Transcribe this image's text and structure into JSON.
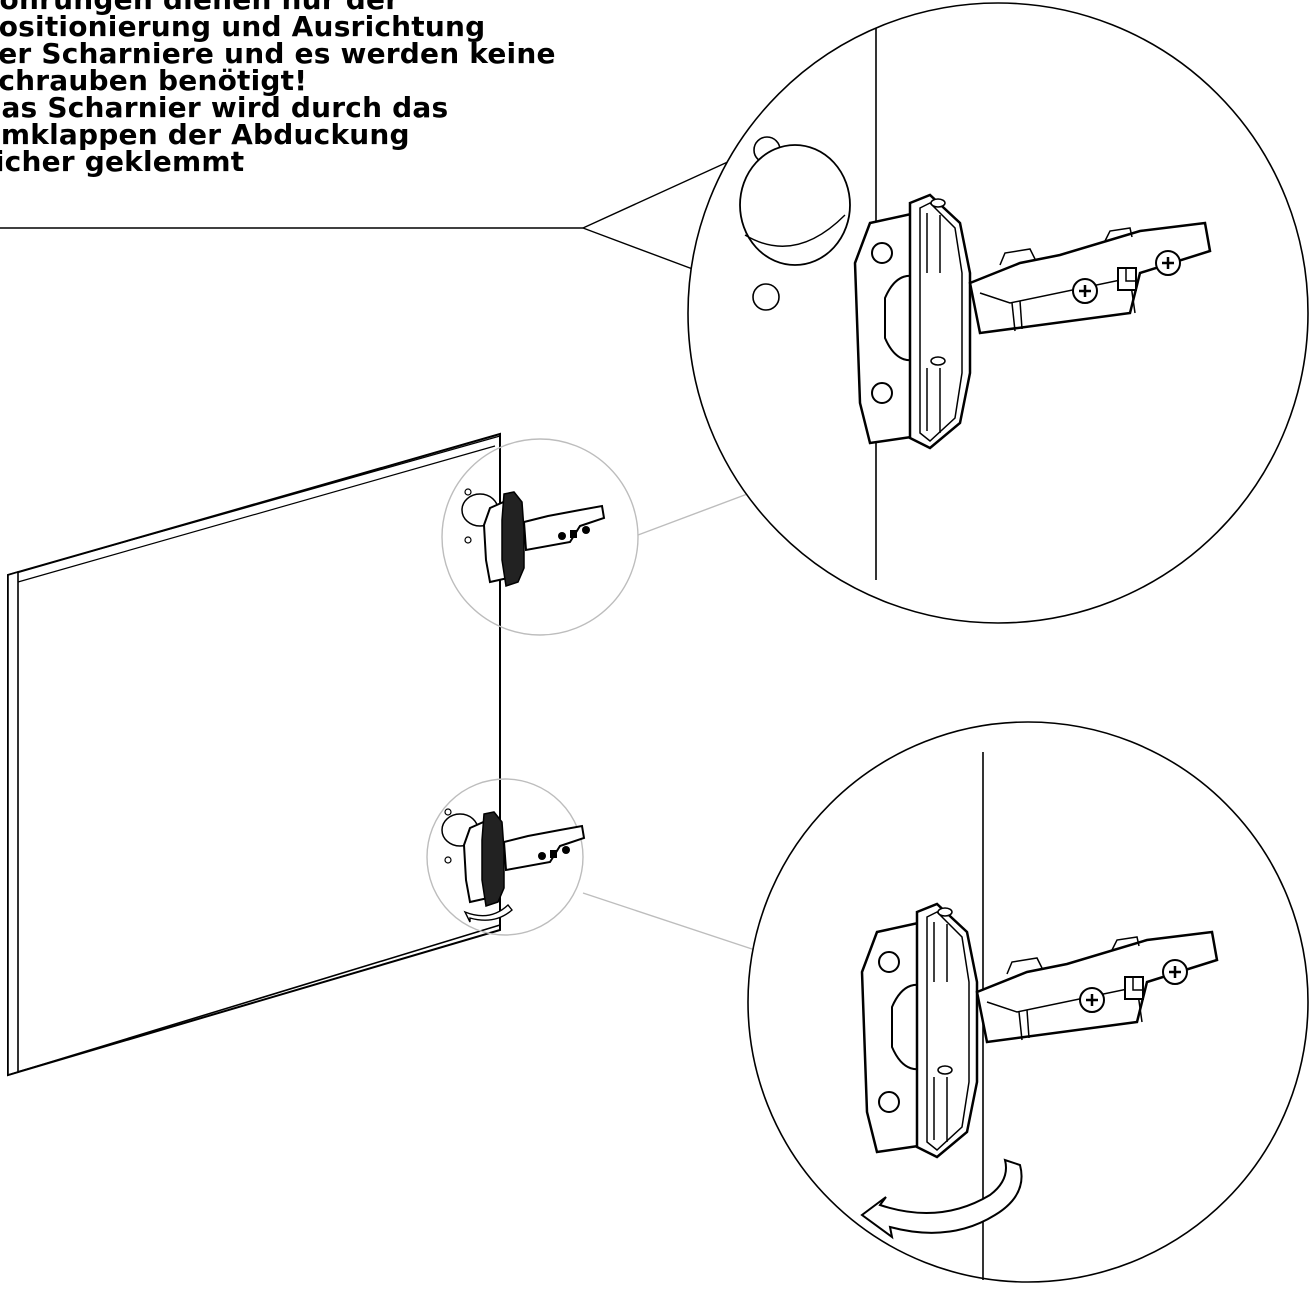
{
  "instruction_note": {
    "lines": [
      "Bohrungen dienen nur der",
      "Positionierung und Ausrichtung",
      "der Scharniere und es werden keine",
      "Schrauben benötigt!",
      "Das Scharnier wird durch das",
      "Umklappen der Abduckung",
      "sicher geklemmt"
    ]
  },
  "figure": {
    "parts": [
      "door-panel",
      "hinge-top",
      "hinge-bottom",
      "detail-callout-top",
      "detail-callout-bottom",
      "rotation-arrow"
    ],
    "colors": {
      "line": "#000000",
      "leader": "#bdbdbd",
      "background": "#ffffff"
    }
  }
}
